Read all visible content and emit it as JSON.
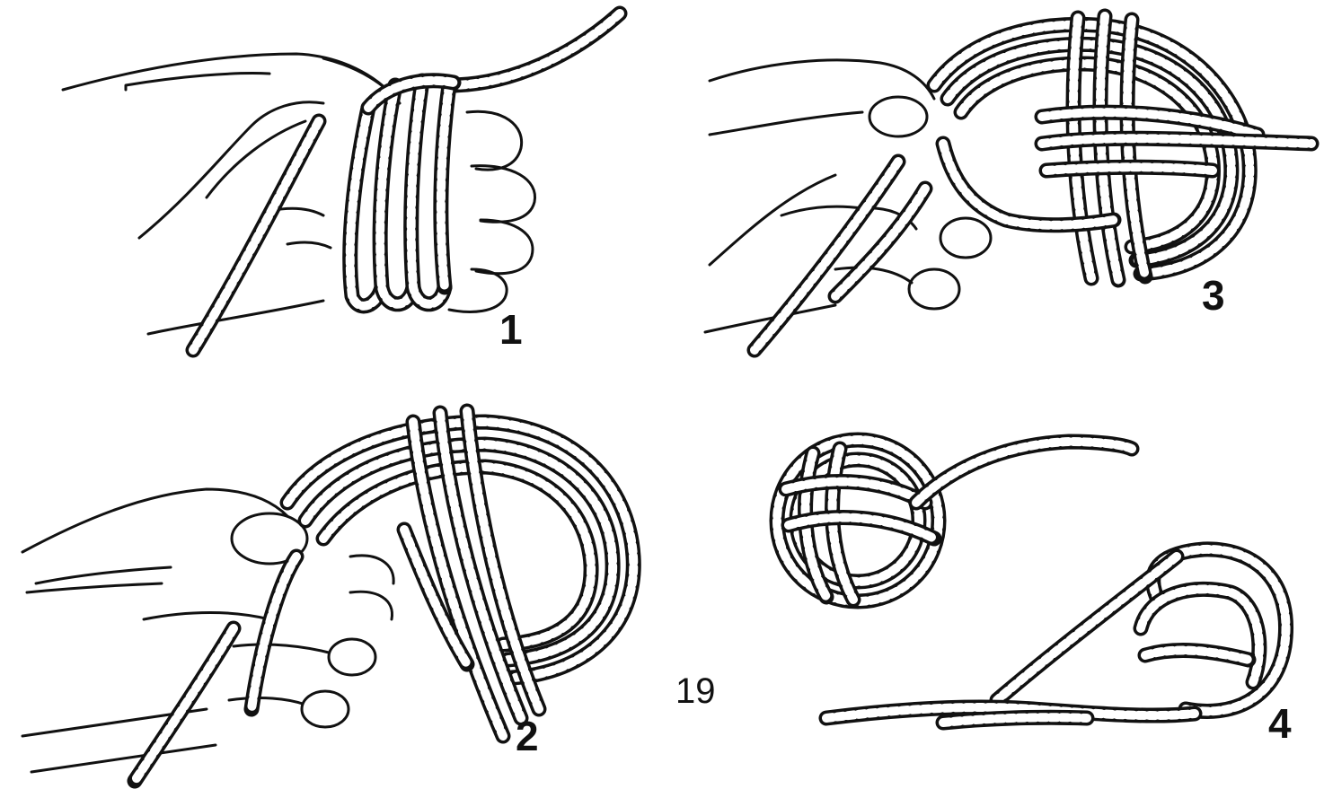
{
  "figure_number": "19",
  "steps": [
    {
      "label": "1"
    },
    {
      "label": "2"
    },
    {
      "label": "3"
    },
    {
      "label": "4"
    }
  ],
  "ink_color": "#111111",
  "background_color": "#ffffff"
}
